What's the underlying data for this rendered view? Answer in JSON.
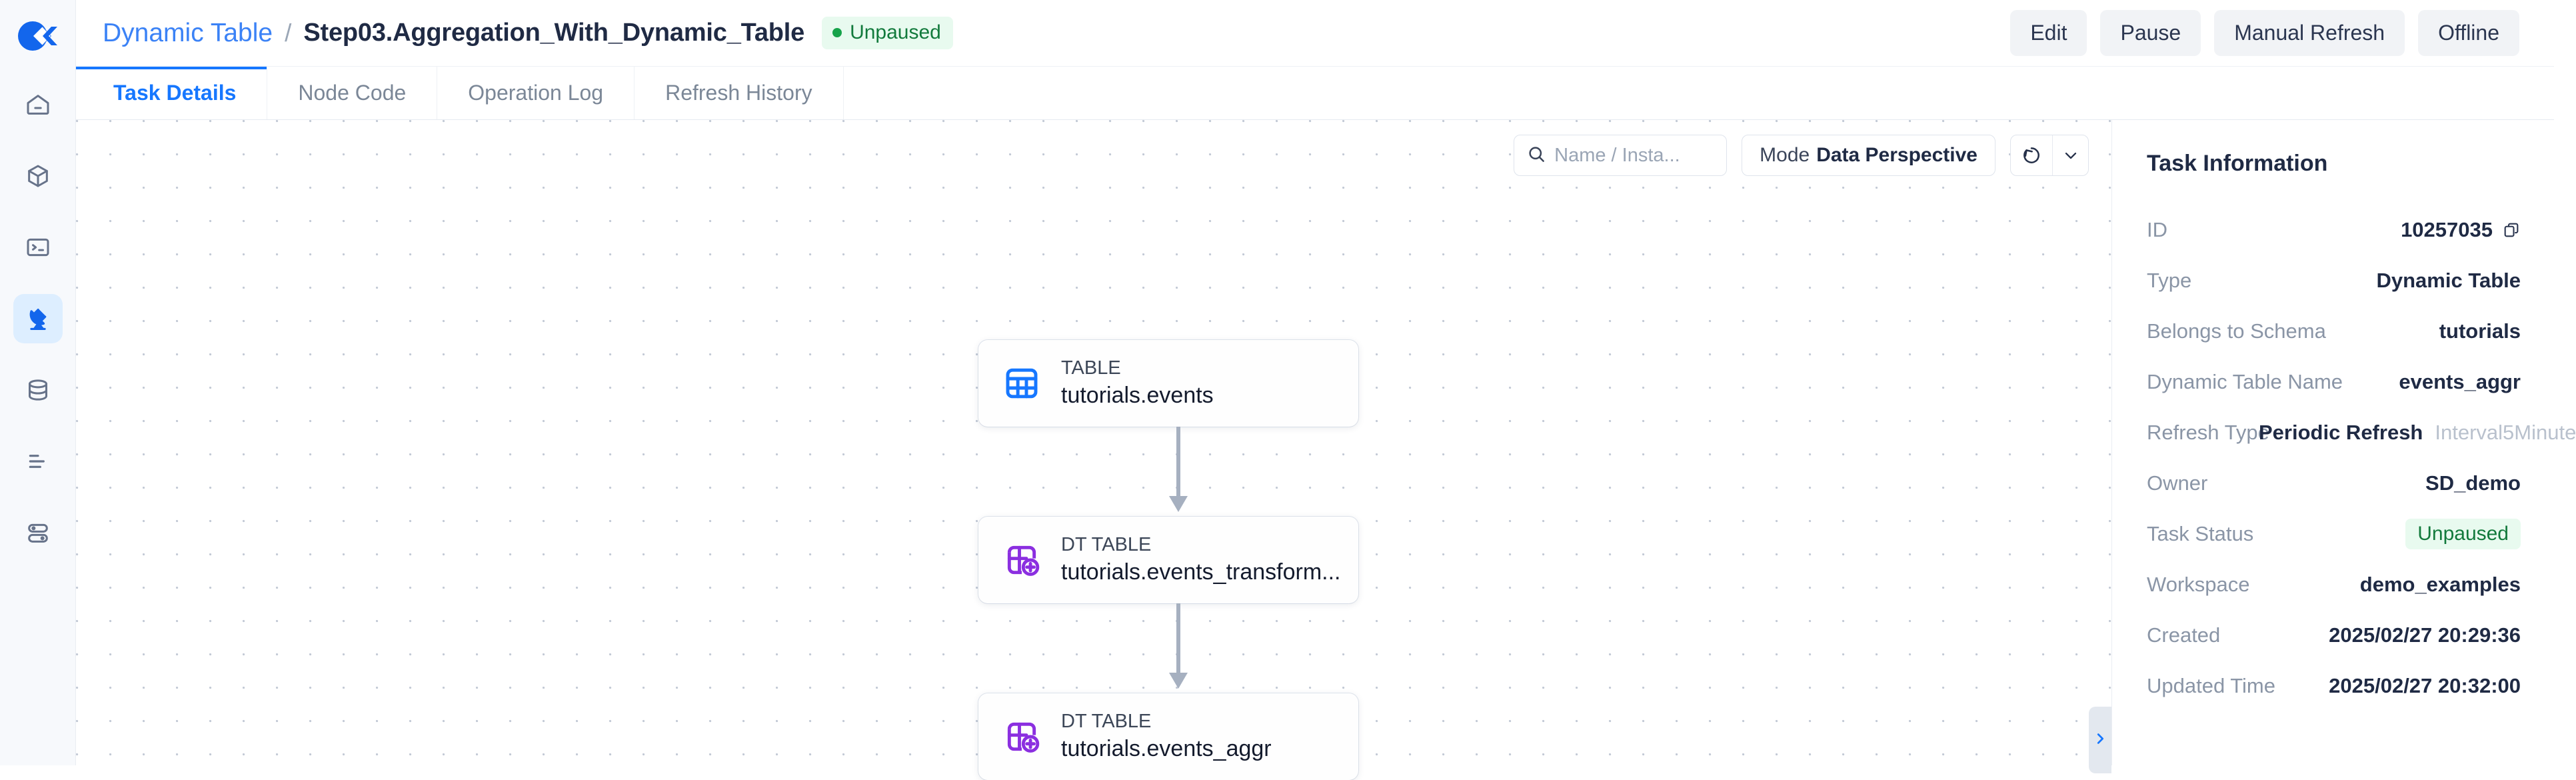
{
  "brand": {
    "logo_name": "product-logo",
    "accent": "#1677ff"
  },
  "sidebar": {
    "items": [
      {
        "name": "home-icon",
        "label": "Home"
      },
      {
        "name": "package-icon",
        "label": "Workspace"
      },
      {
        "name": "terminal-icon",
        "label": "Console"
      },
      {
        "name": "satellite-dish-icon",
        "label": "Data Pipeline",
        "active": true
      },
      {
        "name": "database-icon",
        "label": "Database"
      },
      {
        "name": "list-icon",
        "label": "Logs"
      },
      {
        "name": "server-icon",
        "label": "Cluster"
      }
    ]
  },
  "header": {
    "breadcrumb_parent": "Dynamic Table",
    "breadcrumb_separator": "/",
    "breadcrumb_current": "Step03.Aggregation_With_Dynamic_Table",
    "status_badge": "Unpaused",
    "status_color": "#16a34a",
    "actions": [
      {
        "label": "Edit",
        "name": "edit-button"
      },
      {
        "label": "Pause",
        "name": "pause-button"
      },
      {
        "label": "Manual Refresh",
        "name": "manual-refresh-button"
      },
      {
        "label": "Offline",
        "name": "offline-button"
      }
    ]
  },
  "tabs": [
    {
      "label": "Task Details",
      "active": true
    },
    {
      "label": "Node Code",
      "active": false
    },
    {
      "label": "Operation Log",
      "active": false
    },
    {
      "label": "Refresh History",
      "active": false
    }
  ],
  "canvas_toolbar": {
    "search_placeholder": "Name / Insta...",
    "search_value": "",
    "search_icon": "search-icon",
    "mode_lead": "Mode",
    "mode_value": "Data Perspective",
    "refresh_icon": "refresh-icon",
    "dropdown_icon": "chevron-down-icon"
  },
  "graph": {
    "nodes": [
      {
        "kind": "TABLE",
        "name": "tutorials.events",
        "icon": "table-icon",
        "icon_color": "#1677ff"
      },
      {
        "kind": "DT TABLE",
        "name": "tutorials.events_transform...",
        "icon": "dynamic-table-icon",
        "icon_color": "#8b2fe0"
      },
      {
        "kind": "DT TABLE",
        "name": "tutorials.events_aggr",
        "icon": "dynamic-table-icon",
        "icon_color": "#8b2fe0"
      }
    ],
    "edge_color": "#a6b0c0"
  },
  "collapse_handle": {
    "icon": "chevron-right-icon"
  },
  "panel": {
    "title": "Task Information",
    "rows": [
      {
        "label": "ID",
        "value": "10257035",
        "copy": true
      },
      {
        "label": "Type",
        "value": "Dynamic Table"
      },
      {
        "label": "Belongs to Schema",
        "value": "tutorials"
      },
      {
        "label": "Dynamic Table Name",
        "value": "events_aggr"
      },
      {
        "label": "Refresh Type",
        "value": "Periodic Refresh",
        "extra": "Interval5Minute"
      },
      {
        "label": "Owner",
        "value": "SD_demo"
      },
      {
        "label": "Task Status",
        "value": "Unpaused",
        "badge": true
      },
      {
        "label": "Workspace",
        "value": "demo_examples"
      },
      {
        "label": "Created",
        "value": "2025/02/27 20:29:36"
      },
      {
        "label": "Updated Time",
        "value": "2025/02/27 20:32:00"
      }
    ]
  }
}
